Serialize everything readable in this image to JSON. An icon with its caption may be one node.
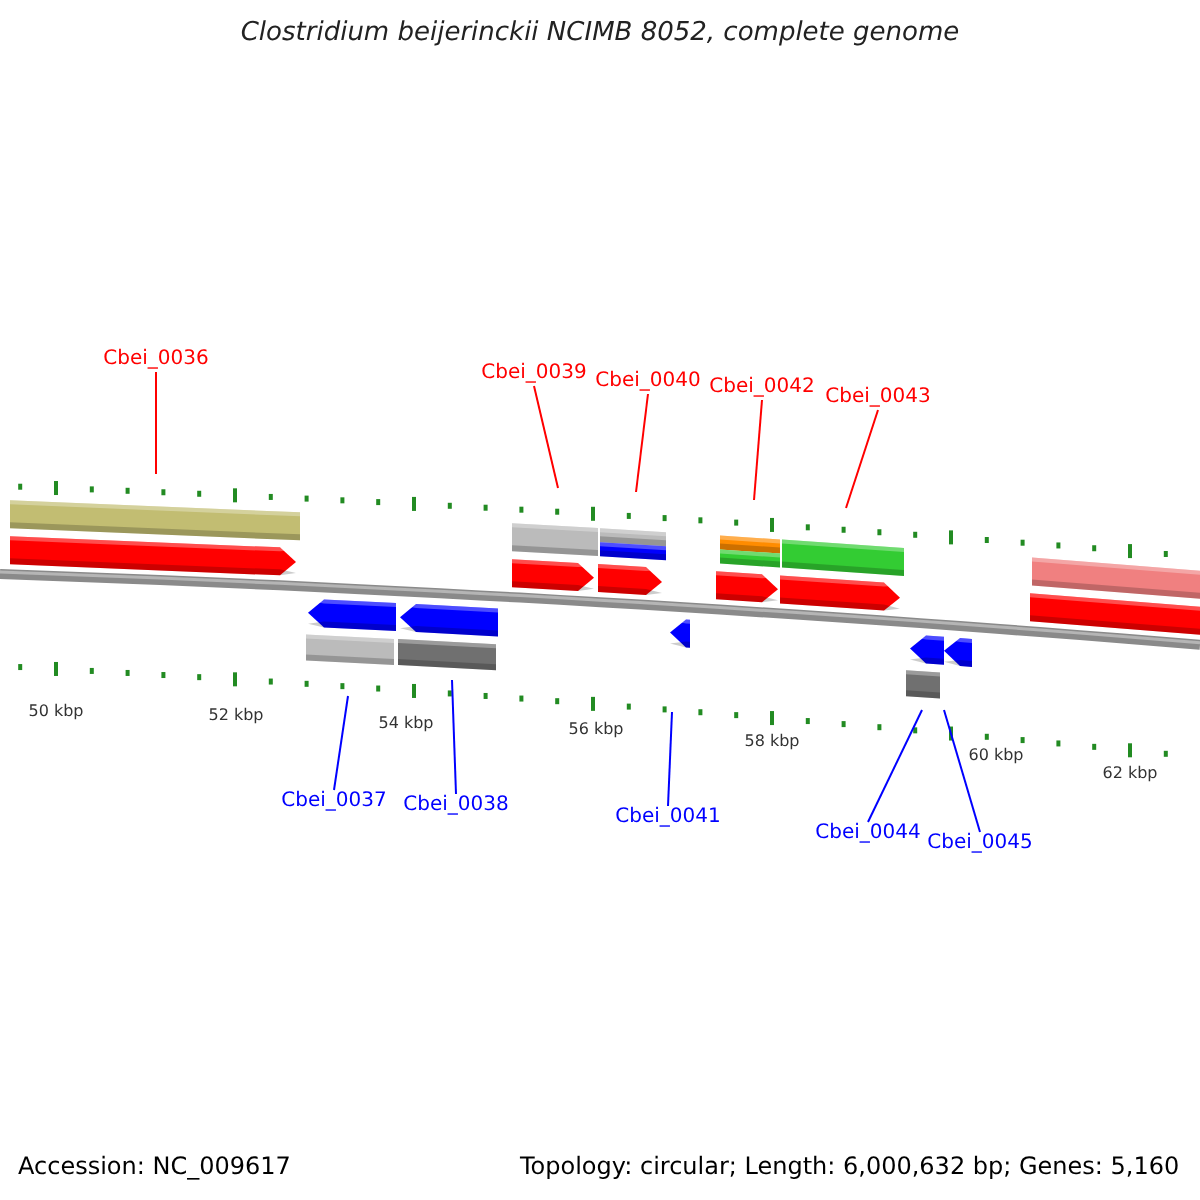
{
  "diagram": {
    "title": "Clostridium beijerinckii NCIMB 8052, complete genome",
    "nodes": [
      {
        "text": [
          "Cbei_0036"
        ]
      },
      {
        "text": [
          "Cbei_0039"
        ]
      },
      {
        "text": [
          "Cbei_0040"
        ]
      },
      {
        "text": [
          "Cbei_0042"
        ]
      },
      {
        "text": [
          "Cbei_0043"
        ]
      },
      {
        "text": [
          "Cbei_0037"
        ]
      },
      {
        "text": [
          "Cbei_0038"
        ]
      },
      {
        "text": [
          "Cbei_0041"
        ]
      },
      {
        "text": [
          "Cbei_0044"
        ]
      },
      {
        "text": [
          "Cbei_0045"
        ]
      }
    ],
    "edges": [
      {
        "from": 0,
        "to": null,
        "arrow": "none",
        "color": "#ff0000"
      },
      {
        "from": 1,
        "to": null,
        "arrow": "none",
        "color": "#ff0000"
      },
      {
        "from": 2,
        "to": null,
        "arrow": "none",
        "color": "#ff0000"
      },
      {
        "from": 3,
        "to": null,
        "arrow": "none",
        "color": "#ff0000"
      },
      {
        "from": 4,
        "to": null,
        "arrow": "none",
        "color": "#ff0000"
      },
      {
        "from": 5,
        "to": null,
        "arrow": "none",
        "color": "#0000ff"
      },
      {
        "from": 6,
        "to": null,
        "arrow": "none",
        "color": "#0000ff"
      },
      {
        "from": 7,
        "to": null,
        "arrow": "none",
        "color": "#0000ff"
      },
      {
        "from": 8,
        "to": null,
        "arrow": "none",
        "color": "#0000ff"
      },
      {
        "from": 9,
        "to": null,
        "arrow": "none",
        "color": "#0000ff"
      }
    ],
    "labels": [
      "50 kbp",
      "52 kbp",
      "54 kbp",
      "56 kbp",
      "58 kbp",
      "60 kbp",
      "62 kbp",
      "Accession: NC_009617",
      "Topology: circular; Length: 6,000,632 bp; Genes: 5,160"
    ]
  }
}
